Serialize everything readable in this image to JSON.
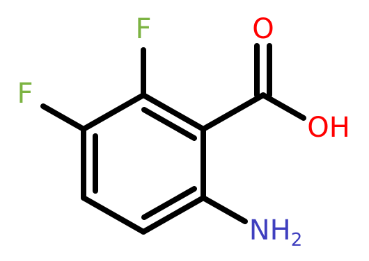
{
  "molecule": {
    "atoms": {
      "f_top": {
        "symbol": "F",
        "color": "#7cb342"
      },
      "f_left": {
        "symbol": "F",
        "color": "#7cb342"
      },
      "o_carbonyl": {
        "symbol": "O",
        "color": "#ff0000"
      },
      "oh": {
        "symbol": "OH",
        "color": "#ff0000"
      },
      "nh2": {
        "symbol": "NH",
        "subscript": "2",
        "color": "#3f3fbf"
      }
    },
    "bond_color": "#000000"
  }
}
